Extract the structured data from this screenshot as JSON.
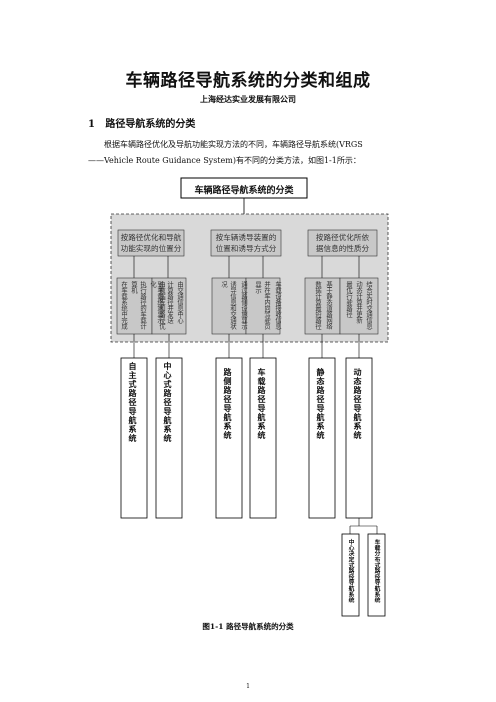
{
  "document": {
    "title": "车辆路径导航系统的分类和组成",
    "subtitle": "上海经达实业发展有限公司",
    "section": {
      "number": "1",
      "heading": "路径导航系统的分类"
    },
    "paragraph_line1": "根据车辆路径优化及导航功能实现方法的不同，车辆路径导航系统(VRGS",
    "paragraph_line2": "——Vehicle Route Guidance System)有不同的分类方法，如图1-1所示：",
    "figure_caption": "图1-1  路径导航系统的分类",
    "page_number": "1"
  },
  "diagram": {
    "root": "车辆路径导航系统的分类",
    "criteria": [
      {
        "label_line1": "按路径优化和导航",
        "label_line2": "功能实现的位置分"
      },
      {
        "label_line1": "按车辆诱导装置的",
        "label_line2": "位置和诱导方式分"
      },
      {
        "label_line1": "按路径优化所依",
        "label_line2": "据信息的性质分"
      }
    ],
    "descriptions": [
      {
        "col1": "由数据库和路径优化",
        "col2": "执行路径的车载计算机",
        "col3": "在车载系统中完成"
      },
      {
        "col1": "由交通信息中心",
        "col2": "计算路径并发送",
        "col3": "到车载终端显示"
      },
      {
        "col1": "通过路侧设施显示",
        "col2": "诱导信息和交通状况"
      },
      {
        "col1": "车载设备接收信息",
        "col2": "并在车内向驾驶员显示"
      },
      {
        "col1": "基于静态道路网络",
        "col2": "数据计算最短路径"
      },
      {
        "col1": "结合实时交通信息",
        "col2": "动态计算并更新",
        "col3": "最优行驶路径"
      }
    ],
    "systems": [
      "自主式路径导航系统",
      "中心式路径导航系统",
      "路侧路径导航系统",
      "车载路径导航系统",
      "静态路径导航系统",
      "动态路径导航系统"
    ],
    "subsystems": [
      "中心决定式路径导航系统",
      "车载分布式路径导航系统"
    ]
  }
}
